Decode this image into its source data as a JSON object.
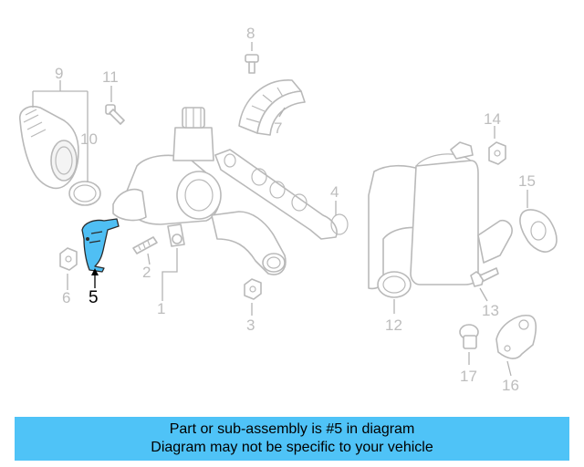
{
  "diagram": {
    "highlight_color": "#4fc3f7",
    "callouts": {
      "c1": "1",
      "c2": "2",
      "c3": "3",
      "c4": "4",
      "c5": "5",
      "c6": "6",
      "c7": "7",
      "c8": "8",
      "c9": "9",
      "c10": "10",
      "c11": "11",
      "c12": "12",
      "c13": "13",
      "c14": "14",
      "c15": "15",
      "c16": "16",
      "c17": "17"
    }
  },
  "banner": {
    "line1": "Part or sub-assembly is #5 in diagram",
    "line2": "Diagram may not be specific to your vehicle"
  }
}
